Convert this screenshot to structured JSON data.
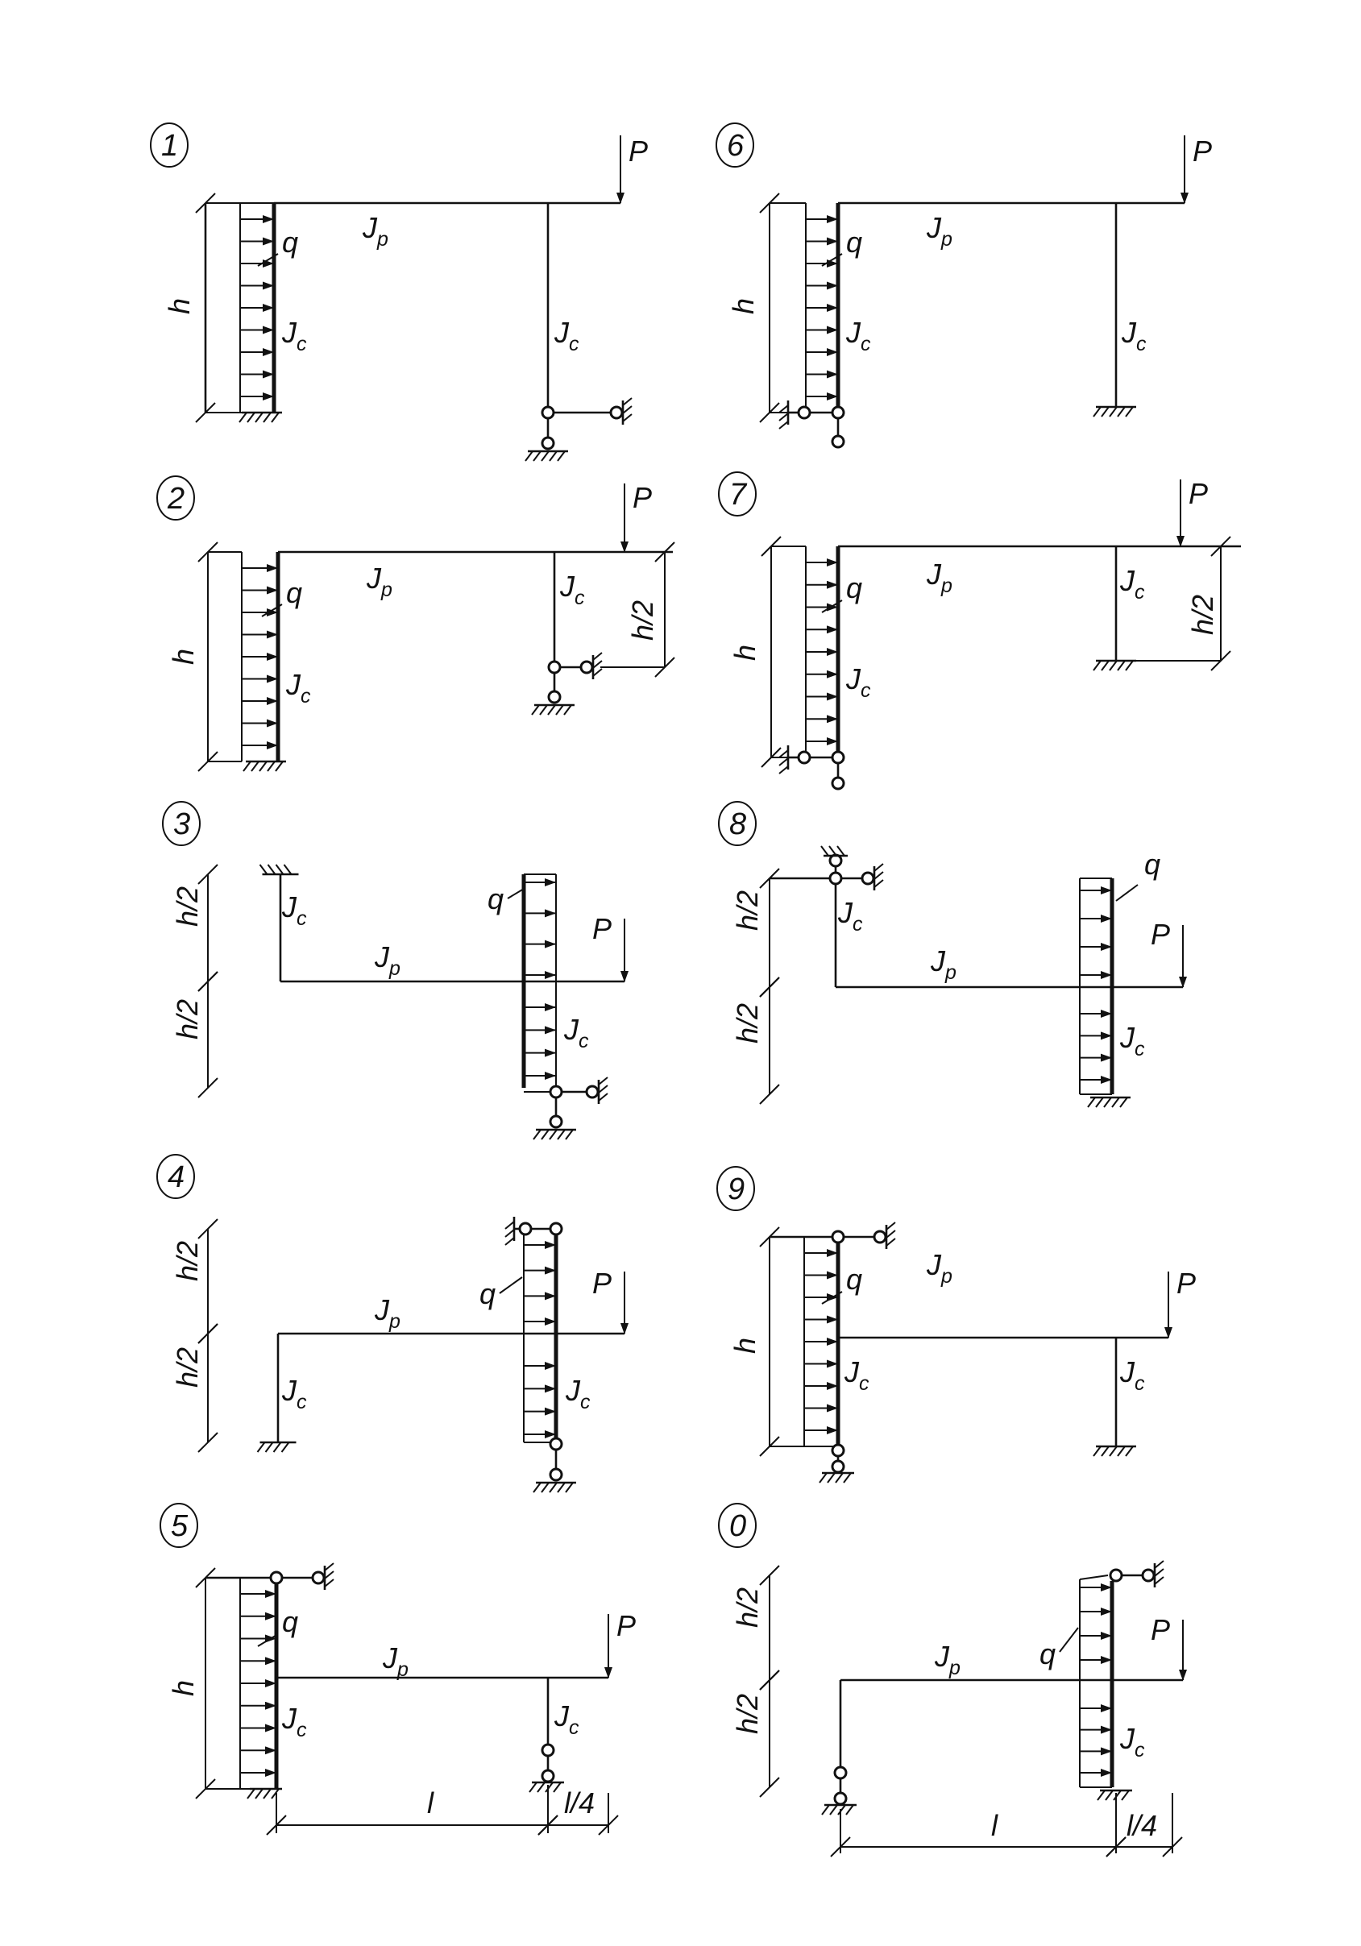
{
  "schemes": [
    {
      "number": "1",
      "labels": [
        "P",
        "q",
        "h",
        "Jp",
        "Jc",
        "Jc"
      ]
    },
    {
      "number": "2",
      "labels": [
        "P",
        "q",
        "h",
        "Jp",
        "Jc",
        "Jc",
        "h/2"
      ]
    },
    {
      "number": "3",
      "labels": [
        "P",
        "q",
        "h/2",
        "h/2",
        "Jp",
        "Jc",
        "Jc"
      ]
    },
    {
      "number": "4",
      "labels": [
        "P",
        "q",
        "h/2",
        "h/2",
        "Jp",
        "Jc",
        "Jc"
      ]
    },
    {
      "number": "5",
      "labels": [
        "P",
        "q",
        "h",
        "Jp",
        "Jc",
        "Jc",
        "l",
        "l/4"
      ]
    },
    {
      "number": "6",
      "labels": [
        "P",
        "q",
        "h",
        "Jp",
        "Jc",
        "Jc"
      ]
    },
    {
      "number": "7",
      "labels": [
        "P",
        "q",
        "h",
        "Jp",
        "Jc",
        "Jc",
        "h/2"
      ]
    },
    {
      "number": "8",
      "labels": [
        "P",
        "q",
        "h/2",
        "h/2",
        "Jp",
        "Jc",
        "Jc"
      ]
    },
    {
      "number": "9",
      "labels": [
        "P",
        "q",
        "h",
        "Jp",
        "Jc",
        "Jc"
      ]
    },
    {
      "number": "0",
      "labels": [
        "P",
        "q",
        "h/2",
        "h/2",
        "Jp",
        "Jc",
        "l",
        "l/4"
      ]
    }
  ],
  "symbols": {
    "force": "P",
    "distributed_load": "q",
    "height": "h",
    "half_height": "h/2",
    "span": "l",
    "quarter_span": "l/4",
    "beam_inertia": "Jp",
    "column_inertia": "Jc"
  }
}
